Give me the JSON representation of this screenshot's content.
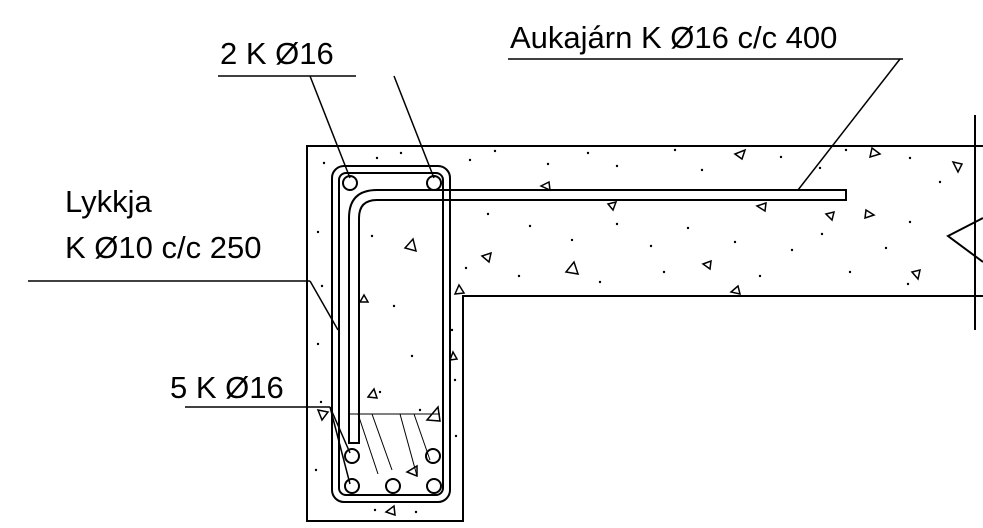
{
  "labels": {
    "top_bars": "2 K Ø16",
    "distribution_bars": "Aukajárn K Ø16 c/c 400",
    "stirrup_line1": "Lykkja",
    "stirrup_line2": "K Ø10 c/c 250",
    "bottom_bars": "5 K Ø16"
  },
  "colors": {
    "ink": "#000000",
    "background": "#ffffff"
  }
}
